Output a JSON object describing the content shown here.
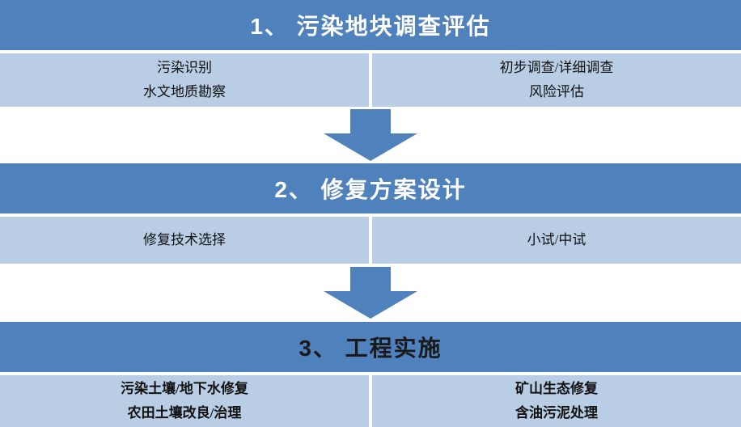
{
  "palette": {
    "header_bg": "#4f81bd",
    "band_bg": "#b9cde5",
    "arrow": "#4f81bd",
    "header_text": "#ffffff",
    "stage3_header_text": "#1a1a1a",
    "band_text": "#111111"
  },
  "stages": [
    {
      "title": "1、 污染地块调查评估",
      "cells_left": [
        "污染识别",
        "水文地质勘察"
      ],
      "cells_right": [
        "初步调查/详细调查",
        "风险评估"
      ]
    },
    {
      "title": "2、 修复方案设计",
      "cells_left": [
        "修复技术选择"
      ],
      "cells_right": [
        "小试/中试"
      ]
    },
    {
      "title": "3、 工程实施",
      "cells_left": [
        "污染土壤/地下水修复",
        "农田土壤改良/治理"
      ],
      "cells_right": [
        "矿山生态修复",
        "含油污泥处理"
      ]
    }
  ]
}
